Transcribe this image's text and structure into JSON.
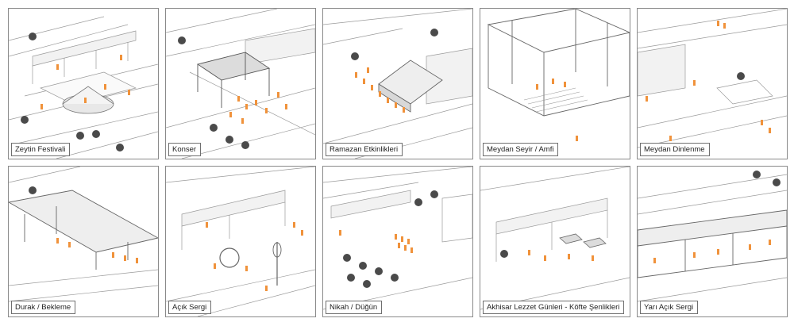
{
  "colors": {
    "accent_figures": "#f0923b",
    "line": "#9a9a9a",
    "dark_line": "#555555",
    "tree": "#4a4a4a",
    "ground": "#ffffff"
  },
  "panels": [
    {
      "label": "Zeytin Festivali",
      "scene": "festival-pavilion"
    },
    {
      "label": "Konser",
      "scene": "stage-canopy"
    },
    {
      "label": "Ramazan Etkinlikleri",
      "scene": "market-hall"
    },
    {
      "label": "Meydan Seyir / Amfi",
      "scene": "amphitheater-frame"
    },
    {
      "label": "Meydan Dinlenme",
      "scene": "rest-plaza"
    },
    {
      "label": "Durak / Bekleme",
      "scene": "bus-stop"
    },
    {
      "label": "Açık Sergi",
      "scene": "open-exhibition"
    },
    {
      "label": "Nikah / Düğün",
      "scene": "wedding-grid"
    },
    {
      "label": "Akhisar Lezzet Günleri - Köfte Şenlikleri",
      "scene": "food-stalls"
    },
    {
      "label": "Yarı Açık Sergi",
      "scene": "semi-open-gallery"
    }
  ]
}
